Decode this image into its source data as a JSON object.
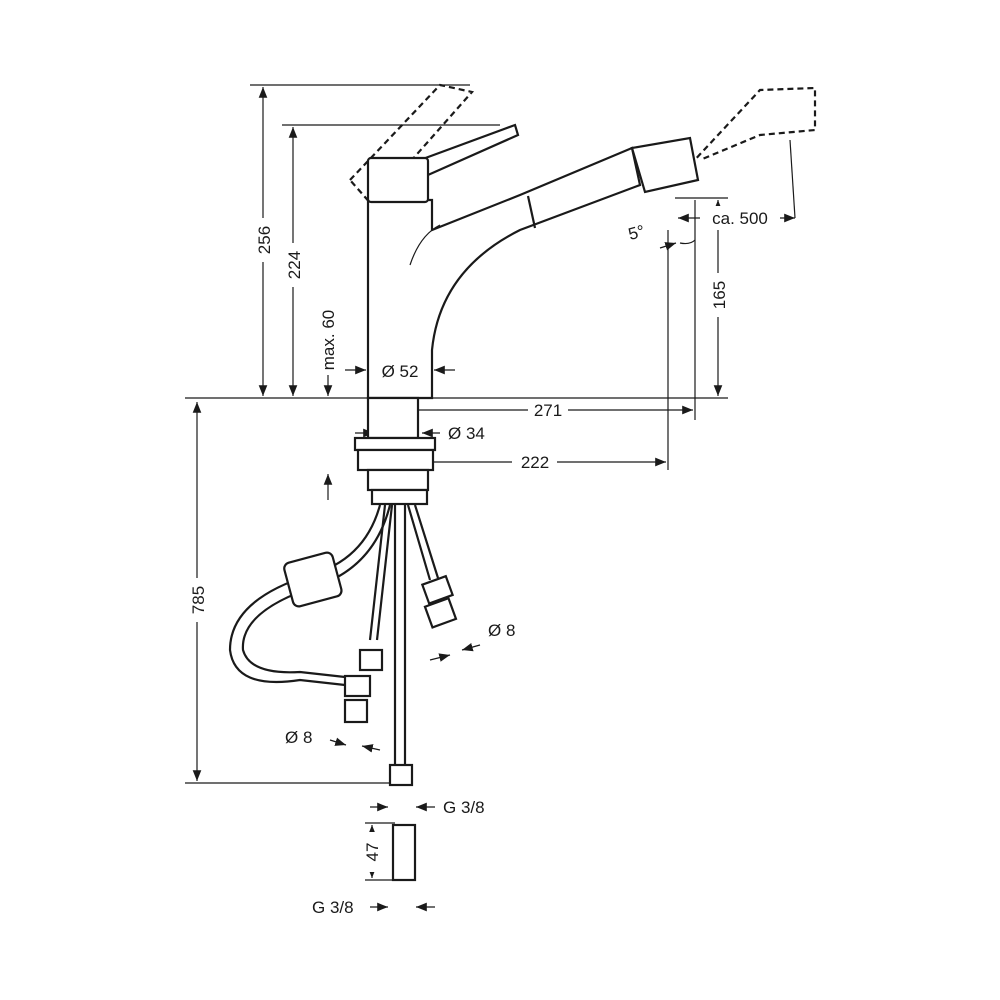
{
  "drawing": {
    "dimensions": {
      "height_total": "256",
      "height_spout": "224",
      "max_deck": "max. 60",
      "body_diameter": "Ø 52",
      "reach": "271",
      "shank_diameter": "Ø 34",
      "reach_hole": "222",
      "hose_length": "785",
      "pipe_diameter_right": "Ø 8",
      "pipe_diameter_left": "Ø 8",
      "thread_top": "G 3/8",
      "adapter_length": "47",
      "thread_bottom": "G 3/8",
      "spout_height": "165",
      "pullout": "ca. 500",
      "angle": "5°"
    }
  }
}
